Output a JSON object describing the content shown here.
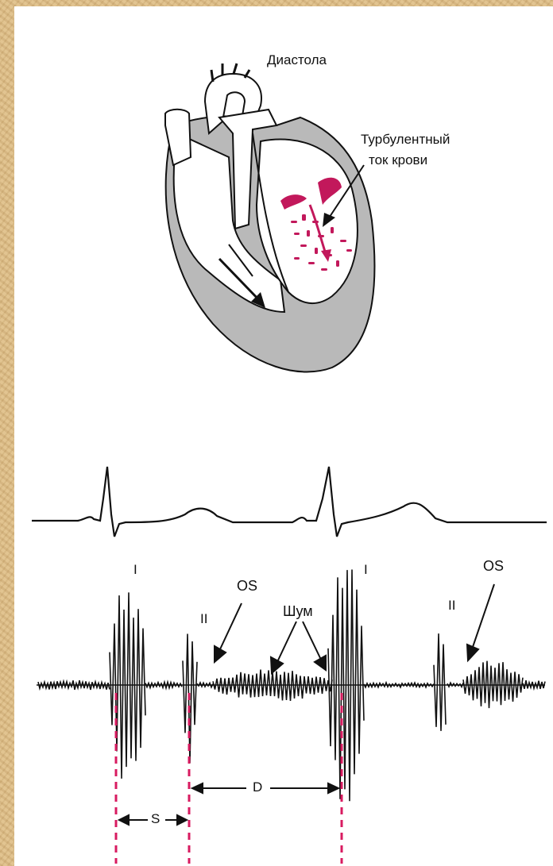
{
  "heart": {
    "title": "Диастола",
    "annotation_line1": "Турбулентный",
    "annotation_line2": "ток крови"
  },
  "phono": {
    "label_I_1": "I",
    "label_II_1": "II",
    "label_OS_1": "OS",
    "label_noise": "Шум",
    "label_I_2": "I",
    "label_II_2": "II",
    "label_OS_2": "OS",
    "label_S": "S",
    "label_D": "D"
  },
  "colors": {
    "blood": "#c2185b",
    "myocardium": "#b9b9b9",
    "ink": "#111111",
    "marker": "#d81b60"
  }
}
